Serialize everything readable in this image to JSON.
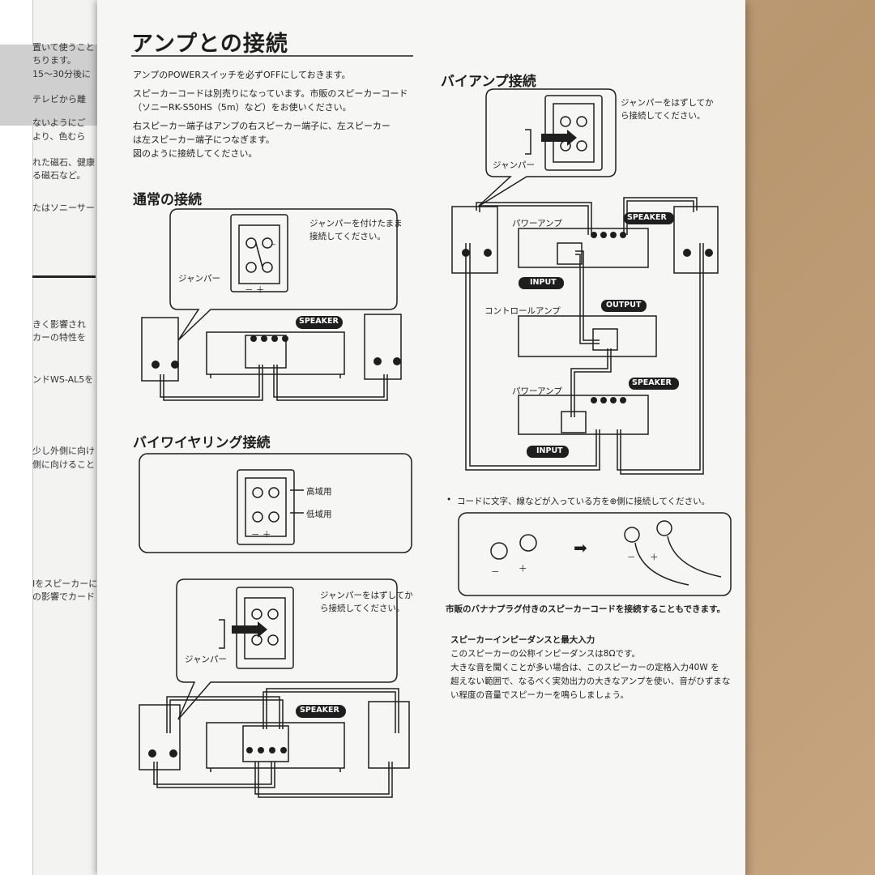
{
  "left_page": {
    "fragments": [
      "置いて使うこと",
      "ちります。",
      "15～30分後に",
      "テレビから離",
      "ないようにご",
      "より、色むら",
      "れた磁石、健康",
      "る磁石など。",
      "たはソニーサー",
      "きく影響され",
      "カーの特性を",
      "ンドWS-AL5を",
      "少し外側に向け",
      "側に向けること",
      "Ⅰをスピーカーに",
      "の影響でカード"
    ]
  },
  "header": {
    "title": "アンプとの接続"
  },
  "intro": {
    "p1": "アンプのPOWERスイッチを必ずOFFにしておきます。",
    "p2a": "スピーカーコードは別売りになっています。市販のスピーカーコード",
    "p2b": "（ソニーRK-S50HS（5m）など）をお使いください。",
    "p3a": "右スピーカー端子はアンプの右スピーカー端子に、左スピーカー",
    "p3b": "は左スピーカー端子につなぎます。",
    "p3c": "図のように接続してください。"
  },
  "normal": {
    "heading": "通常の接続",
    "note1": "ジャンパーを付けたまま",
    "note2": "接続してください。",
    "jumper": "ジャンパー",
    "speaker": "SPEAKER",
    "polarity": "－ ＋"
  },
  "biwiring": {
    "heading": "バイワイヤリング接続",
    "high": "高域用",
    "low": "低域用",
    "polarity": "－ ＋"
  },
  "biwiring_jumper": {
    "note1": "ジャンパーをはずしてか",
    "note2": "ら接続してください。",
    "jumper": "ジャンパー",
    "speaker": "SPEAKER"
  },
  "biamp": {
    "heading": "バイアンプ接続",
    "note1": "ジャンパーをはずしてか",
    "note2": "ら接続してください。",
    "jumper": "ジャンパー",
    "power_amp": "パワーアンプ",
    "control_amp": "コントロールアンプ",
    "input": "INPUT",
    "output": "OUTPUT",
    "speaker": "SPEAKER"
  },
  "cord_note": {
    "bullet": "•",
    "text": "コードに文字、線などが入っている方を⊕側に接続してください。",
    "minus": "－",
    "plus": "＋",
    "arrow": "➡"
  },
  "banana": "市販のバナナプラグ付きのスピーカーコードを接続することもできます。",
  "impedance": {
    "heading": "スピーカーインピーダンスと最大入力",
    "l1": "このスピーカーの公称インピーダンスは8Ωです。",
    "l2": "大きな音を聞くことが多い場合は、このスピーカーの定格入力40W を",
    "l3": "超えない範囲で、なるべく実効出力の大きなアンプを使い、音がひずまな",
    "l4": "い程度の音量でスピーカーを鳴らしましょう。"
  },
  "colors": {
    "ink": "#1e1e1e",
    "paper": "#f6f6f4",
    "desk": "#c2a17b"
  }
}
